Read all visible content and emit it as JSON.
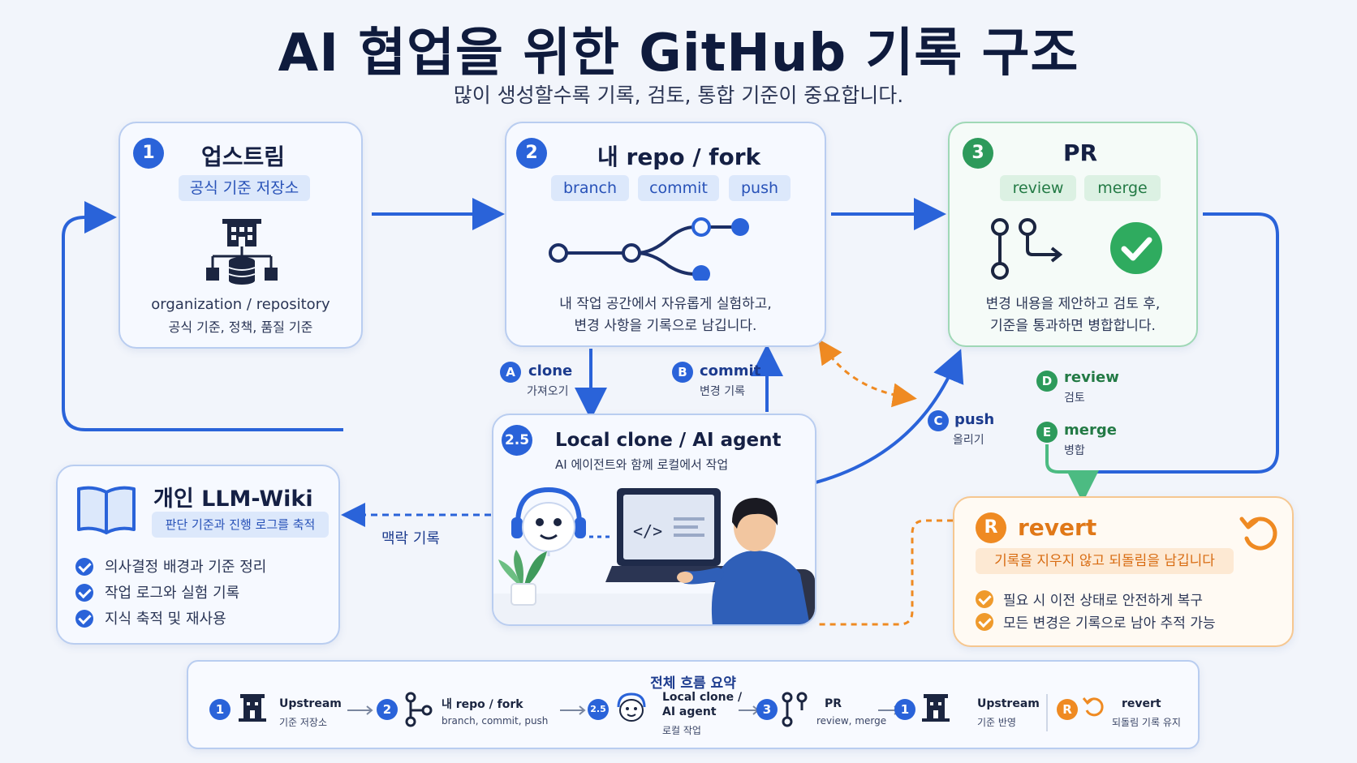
{
  "title": "AI 협업을 위한 GitHub 기록 구조",
  "subtitle": "많이 생성할수록 기록, 검토, 통합 기준이 중요합니다.",
  "upstream": {
    "num": "1",
    "title": "업스트림",
    "pill": "공식 기준 저장소",
    "line1": "organization / repository",
    "line2": "공식 기준, 정책, 품질 기준",
    "icon": "building-database-icon"
  },
  "fork": {
    "num": "2",
    "title": "내 repo / fork",
    "pills": [
      "branch",
      "commit",
      "push"
    ],
    "desc1": "내 작업 공간에서 자유롭게 실험하고,",
    "desc2": "변경 사항을 기록으로 남깁니다.",
    "icon": "branch-graph-icon"
  },
  "pr": {
    "num": "3",
    "title": "PR",
    "pills": [
      "review",
      "merge"
    ],
    "desc1": "변경 내용을 제안하고 검토 후,",
    "desc2": "기준을 통과하면 병합합니다.",
    "icon": "pull-request-icon",
    "check_icon": "check-circle-icon"
  },
  "local": {
    "num": "2.5",
    "title": "Local clone / AI agent",
    "desc": "AI 에이전트와 함께 로컬에서 작업",
    "icon": "ai-robot-icon"
  },
  "wiki": {
    "title": "개인 LLM-Wiki",
    "pill": "판단 기준과 진행 로그를 축적",
    "items": [
      "의사결정 배경과 기준 정리",
      "작업 로그와 실험 기록",
      "지식 축적 및 재사용"
    ],
    "icon": "book-icon"
  },
  "revert": {
    "num": "R",
    "title": "revert",
    "pill": "기록을 지우지 않고 되돌림을 남깁니다",
    "items": [
      "필요 시 이전 상태로 안전하게 복구",
      "모든 변경은 기록으로 남아 추적 가능"
    ],
    "icon": "undo-icon"
  },
  "labels": {
    "a": {
      "badge": "A",
      "title": "clone",
      "sub": "가져오기"
    },
    "b": {
      "badge": "B",
      "title": "commit",
      "sub": "변경 기록"
    },
    "c": {
      "badge": "C",
      "title": "push",
      "sub": "올리기"
    },
    "d": {
      "badge": "D",
      "title": "review",
      "sub": "검토"
    },
    "e": {
      "badge": "E",
      "title": "merge",
      "sub": "병합"
    },
    "context": "맥락 기록"
  },
  "summary": {
    "title": "전체 흐름 요약",
    "steps": [
      {
        "num": "1",
        "title": "Upstream",
        "sub": "기준 저장소"
      },
      {
        "num": "2",
        "title": "내 repo / fork",
        "sub": "branch, commit, push"
      },
      {
        "num": "2.5",
        "title": "Local clone /",
        "title2": "AI agent",
        "sub": "로컬 작업"
      },
      {
        "num": "3",
        "title": "PR",
        "sub": "review, merge"
      },
      {
        "num": "1",
        "title": "Upstream",
        "sub": "기준 반영"
      },
      {
        "num": "R",
        "title": "revert",
        "sub": "되돌림 기록 유지"
      }
    ]
  },
  "colors": {
    "blue": "#2a63d9",
    "green": "#2d9a5b",
    "orange": "#ef8a22",
    "navy": "#0f1b3d"
  }
}
